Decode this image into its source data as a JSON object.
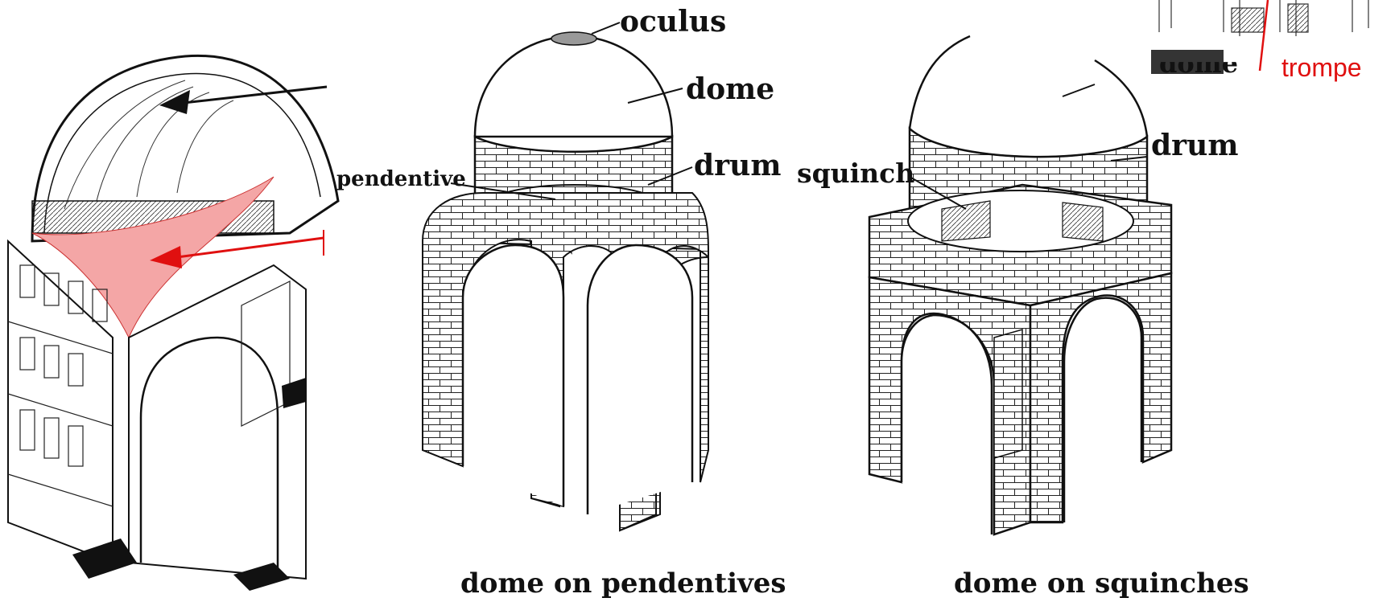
{
  "labels": {
    "oculus": "oculus",
    "dome_center": "dome",
    "drum_center": "drum",
    "pendentive": "pendentive",
    "squinch": "squinch",
    "drum_right": "drum",
    "dome_right_partial": "dome",
    "trompe": "trompe"
  },
  "captions": {
    "pendentives": "dome on pendentives",
    "squinches": "dome on squinches"
  },
  "colors": {
    "highlight": "#f4a6a6",
    "arrow_red": "#e01010",
    "ink": "#111111"
  }
}
